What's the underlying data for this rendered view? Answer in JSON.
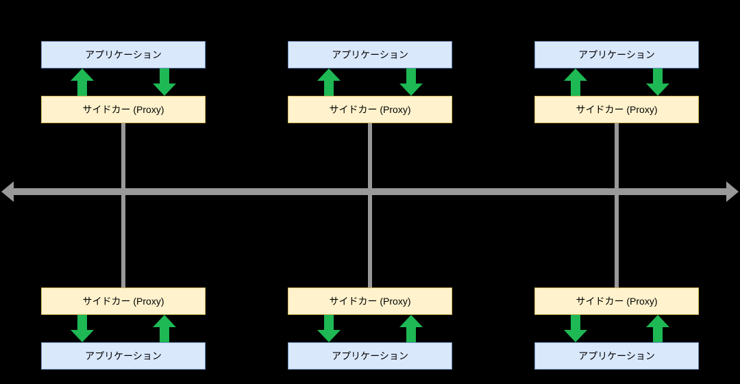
{
  "diagram": {
    "background_color": "#000000",
    "text_color": "#000000",
    "bus": {
      "color": "#999999",
      "heads": "both-ends"
    },
    "node_styles": {
      "application": {
        "fill": "#dae8fc",
        "border": "#6c8ebf"
      },
      "sidecar": {
        "fill": "#fff2cc",
        "border": "#d6b656"
      }
    },
    "arrow_color": "#1eb854",
    "clusters": [
      {
        "position": "top-left",
        "app_label": "アプリケーション",
        "sidecar_label": "サイドカー (Proxy)"
      },
      {
        "position": "top-center",
        "app_label": "アプリケーション",
        "sidecar_label": "サイドカー (Proxy)"
      },
      {
        "position": "top-right",
        "app_label": "アプリケーション",
        "sidecar_label": "サイドカー (Proxy)"
      },
      {
        "position": "bottom-left",
        "app_label": "アプリケーション",
        "sidecar_label": "サイドカー (Proxy)"
      },
      {
        "position": "bottom-center",
        "app_label": "アプリケーション",
        "sidecar_label": "サイドカー (Proxy)"
      },
      {
        "position": "bottom-right",
        "app_label": "アプリケーション",
        "sidecar_label": "サイドカー (Proxy)"
      }
    ]
  }
}
